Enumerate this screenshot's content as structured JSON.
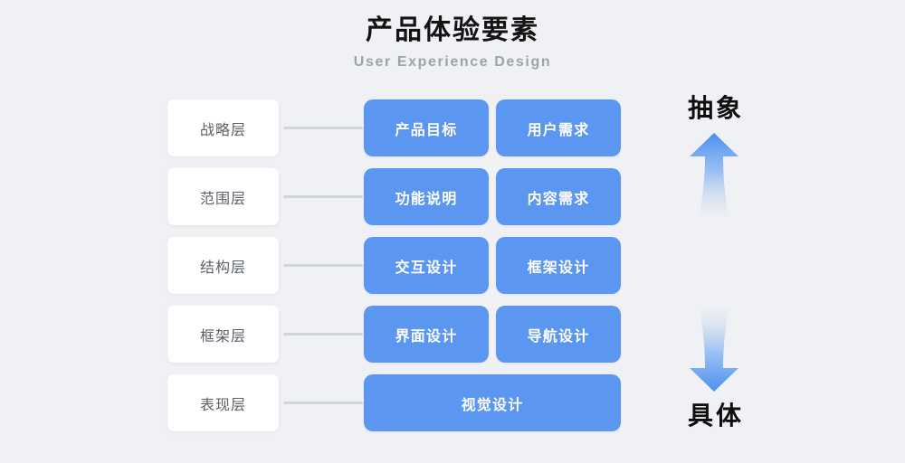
{
  "header": {
    "title": "产品体验要素",
    "subtitle": "User Experience Design"
  },
  "colors": {
    "background": "#eff1f5",
    "card_blue": "#5b96f0",
    "label_card": "#ffffff",
    "label_text": "#5b6069",
    "connector": "#d2d5da",
    "title_text": "#141414",
    "subtitle_text": "#9ea3ab",
    "axis_text": "#0f0f0f",
    "arrow_gradient_from": "#4a8ef0",
    "arrow_gradient_to": "#eff1f5"
  },
  "rows": [
    {
      "layer": "战略层",
      "cards": [
        {
          "label": "产品目标",
          "width": "half"
        },
        {
          "label": "用户需求",
          "width": "half"
        }
      ]
    },
    {
      "layer": "范围层",
      "cards": [
        {
          "label": "功能说明",
          "width": "half"
        },
        {
          "label": "内容需求",
          "width": "half"
        }
      ]
    },
    {
      "layer": "结构层",
      "cards": [
        {
          "label": "交互设计",
          "width": "half"
        },
        {
          "label": "框架设计",
          "width": "half"
        }
      ]
    },
    {
      "layer": "框架层",
      "cards": [
        {
          "label": "界面设计",
          "width": "half"
        },
        {
          "label": "导航设计",
          "width": "half"
        }
      ]
    },
    {
      "layer": "表现层",
      "cards": [
        {
          "label": "视觉设计",
          "width": "full"
        }
      ]
    }
  ],
  "axis": {
    "top_label": "抽象",
    "bottom_label": "具体",
    "up_arrow_icon": "arrow-up-icon",
    "down_arrow_icon": "arrow-down-icon"
  }
}
